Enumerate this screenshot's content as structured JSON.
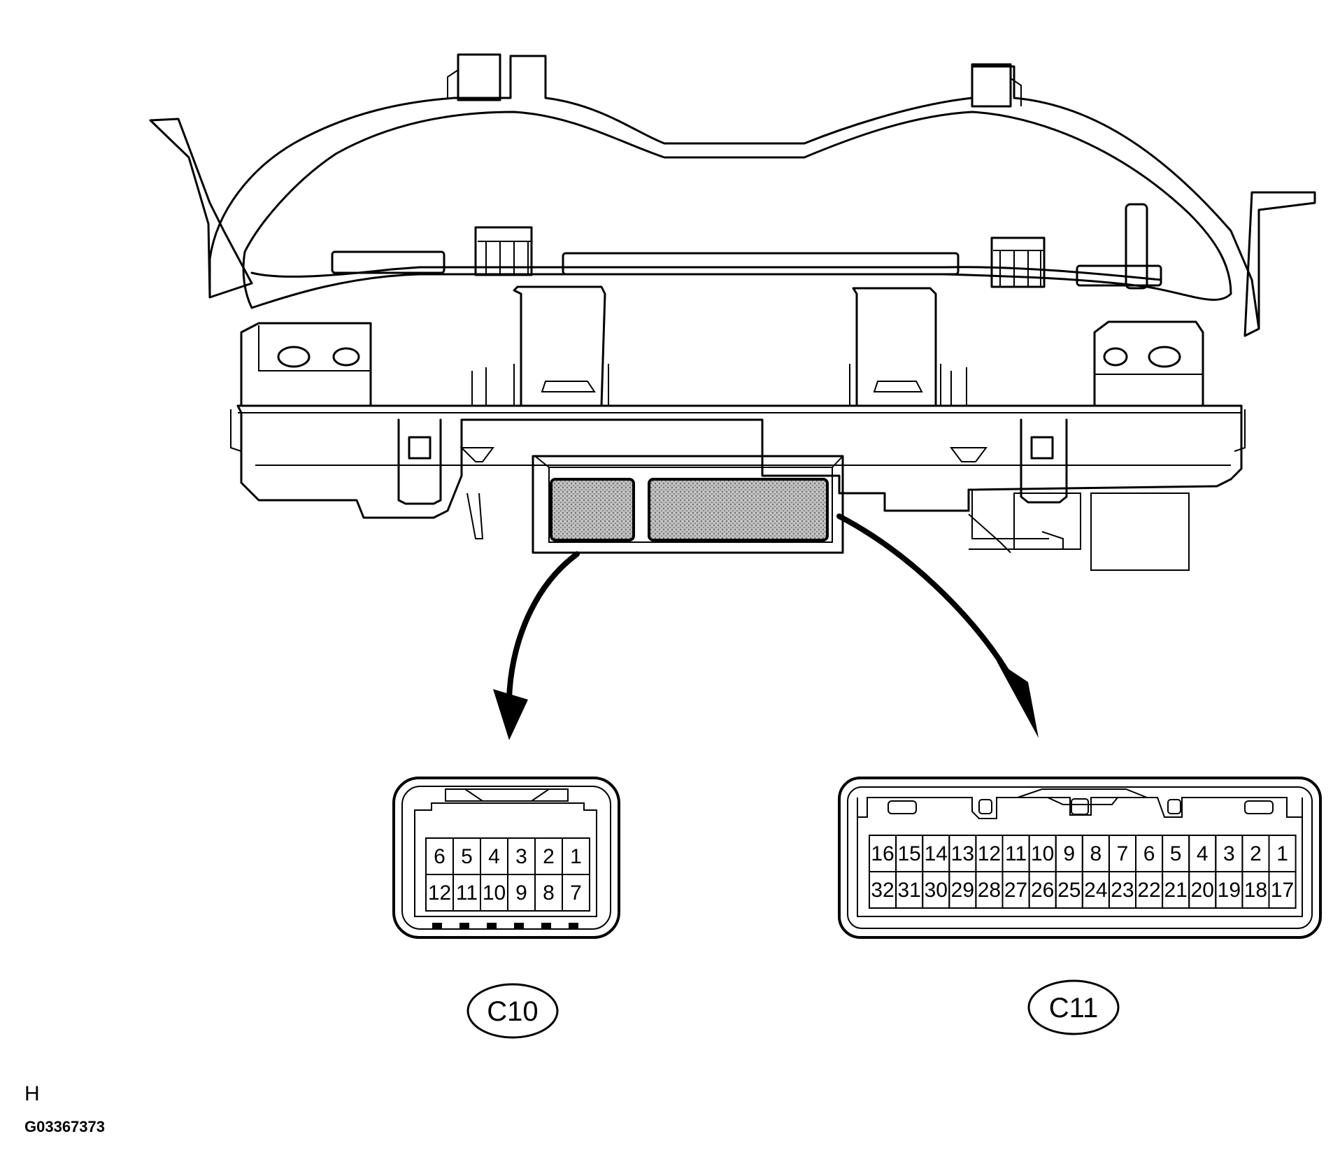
{
  "connectors": [
    {
      "label": "C10",
      "rows": [
        [
          "6",
          "5",
          "4",
          "3",
          "2",
          "1"
        ],
        [
          "12",
          "11",
          "10",
          "9",
          "8",
          "7"
        ]
      ]
    },
    {
      "label": "C11",
      "rows": [
        [
          "16",
          "15",
          "14",
          "13",
          "12",
          "11",
          "10",
          "9",
          "8",
          "7",
          "6",
          "5",
          "4",
          "3",
          "2",
          "1"
        ],
        [
          "32",
          "31",
          "30",
          "29",
          "28",
          "27",
          "26",
          "25",
          "24",
          "23",
          "22",
          "21",
          "20",
          "19",
          "18",
          "17"
        ]
      ]
    }
  ],
  "corner_letter": "H",
  "figure_code": "G03367373"
}
